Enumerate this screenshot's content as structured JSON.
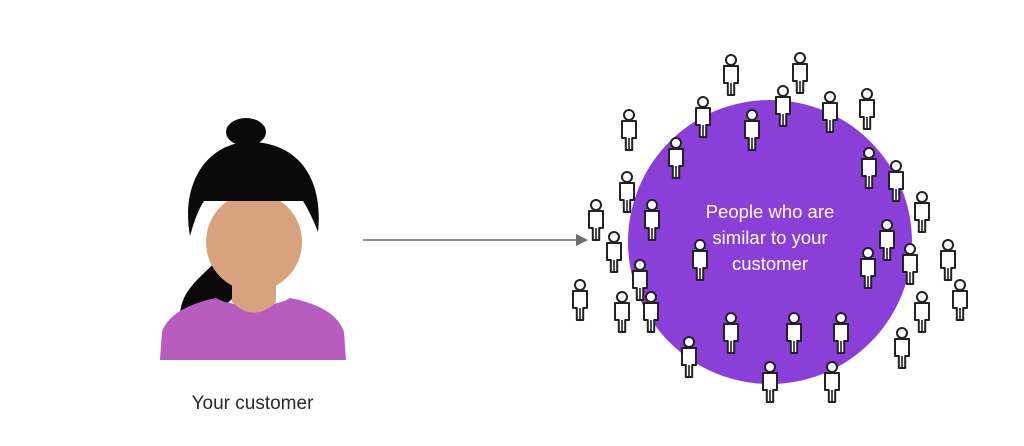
{
  "customer": {
    "label": "Your customer",
    "colors": {
      "hair": "#0a0a0a",
      "skin": "#d9a27f",
      "shirt": "#b85cc0"
    }
  },
  "arrow": {
    "color": "#6e6e6e",
    "icon": "arrow-right-icon"
  },
  "audience": {
    "label_lines": [
      "People who are",
      "similar to your",
      "customer"
    ],
    "circle_color": "#8a3fd8",
    "person_icon": "person-outline-icon",
    "person_count": 34
  }
}
